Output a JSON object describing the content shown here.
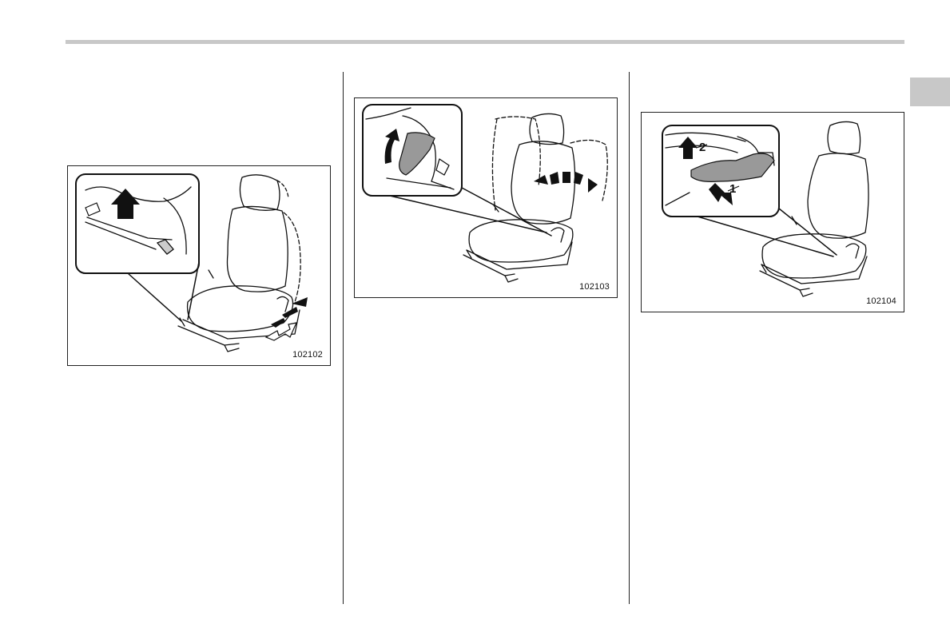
{
  "figures": [
    {
      "code": "102102"
    },
    {
      "code": "102103"
    },
    {
      "code": "102104",
      "callouts": [
        "1",
        "2"
      ]
    }
  ]
}
